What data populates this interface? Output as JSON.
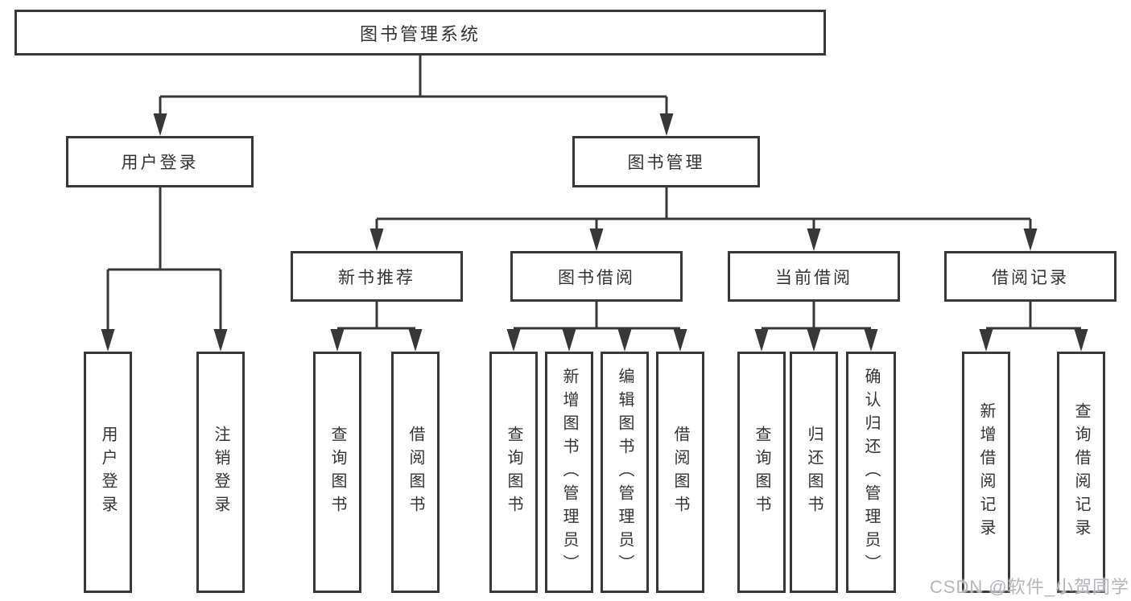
{
  "diagram": {
    "type": "hierarchy-tree",
    "colors": {
      "line": "#383838",
      "box_border": "#383838",
      "box_fill": "#ffffff",
      "text": "#333333",
      "watermark_text": "#b3b6ba",
      "background": "#ffffff"
    },
    "labels": {
      "root": "图书管理系统",
      "user_login": "用户登录",
      "book_management": "图书管理",
      "new_book_recommend": "新书推荐",
      "book_borrow": "图书借阅",
      "current_borrow": "当前借阅",
      "borrow_records": "借阅记录",
      "leaf_user_login": "用户登录",
      "leaf_logout": "注销登录",
      "rec_query_books": "查询图书",
      "rec_borrow_books": "借阅图书",
      "bb_query_books": "查询图书",
      "bb_add_books_admin": "新增图书（管理员）",
      "bb_edit_books_admin": "编辑图书（管理员）",
      "bb_borrow_books": "借阅图书",
      "cb_query_books": "查询图书",
      "cb_return_books": "归还图书",
      "cb_confirm_return_admin": "确认归还（管理员）",
      "br_add_record": "新增借阅记录",
      "br_query_record": "查询借阅记录"
    },
    "hierarchy": {
      "label": "图书管理系统",
      "children": [
        {
          "label": "用户登录",
          "children": [
            {
              "label": "用户登录"
            },
            {
              "label": "注销登录"
            }
          ]
        },
        {
          "label": "图书管理",
          "children": [
            {
              "label": "新书推荐",
              "children": [
                {
                  "label": "查询图书"
                },
                {
                  "label": "借阅图书"
                }
              ]
            },
            {
              "label": "图书借阅",
              "children": [
                {
                  "label": "查询图书"
                },
                {
                  "label": "新增图书（管理员）"
                },
                {
                  "label": "编辑图书（管理员）"
                },
                {
                  "label": "借阅图书"
                }
              ]
            },
            {
              "label": "当前借阅",
              "children": [
                {
                  "label": "查询图书"
                },
                {
                  "label": "归还图书"
                },
                {
                  "label": "确认归还（管理员）"
                }
              ]
            },
            {
              "label": "借阅记录",
              "children": [
                {
                  "label": "新增借阅记录"
                },
                {
                  "label": "查询借阅记录"
                }
              ]
            }
          ]
        }
      ]
    },
    "watermark": "CSDN @软件_小贺同学"
  }
}
